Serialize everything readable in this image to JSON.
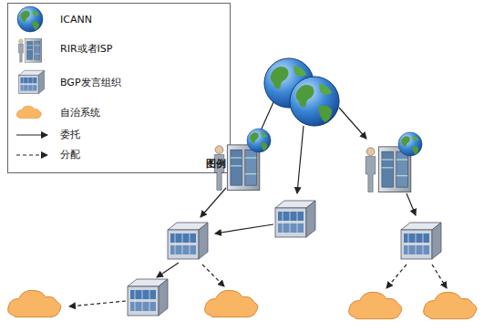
{
  "diagram": {
    "labels": [
      "图例"
    ],
    "legend": [
      {
        "text": "ICANN"
      },
      {
        "text": "RIR或者ISP"
      },
      {
        "text": "BGP发言组织"
      },
      {
        "text": "自治系统"
      },
      {
        "text": "委托"
      },
      {
        "text": "分配"
      }
    ]
  }
}
